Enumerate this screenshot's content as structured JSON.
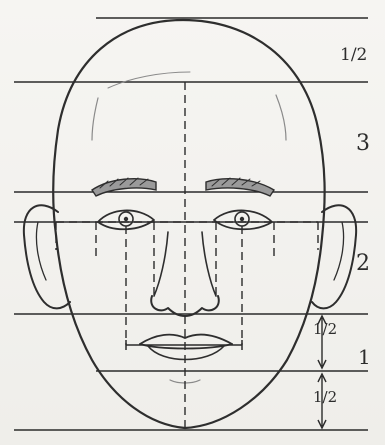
{
  "figure": {
    "labels": {
      "top_half": "1/2",
      "cranium": "3",
      "nose_band": "2",
      "upper_lip_half": "1/2",
      "chin_unit": "1",
      "lower_chin_half": "1/2"
    },
    "stroke_color": "#2e2e2e",
    "paper_color": "#f4f3f0"
  }
}
